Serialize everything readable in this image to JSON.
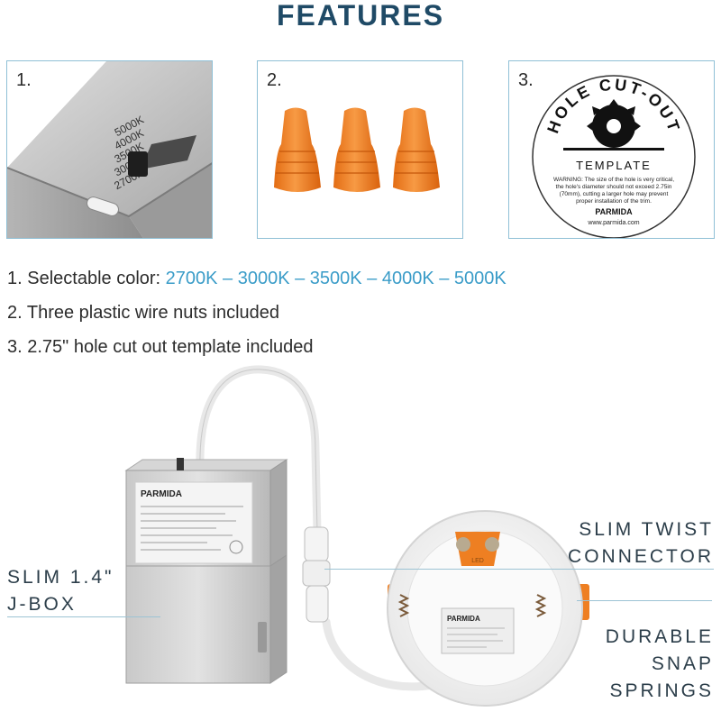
{
  "title": "FEATURES",
  "panels": [
    {
      "number": "1.",
      "switch_labels": [
        "5000K",
        "4000K",
        "3500K",
        "3000K",
        "2700K"
      ]
    },
    {
      "number": "2."
    },
    {
      "number": "3.",
      "template": {
        "arc_text": "HOLE CUT-OUT",
        "label": "TEMPLATE",
        "warning": [
          "WARNING: The size of the hole is very critical,",
          "the hole's diameter should not exceed 2.75in",
          "(70mm), cutting a larger hole may prevent",
          "proper installation of the trim."
        ],
        "brand": "PARMIDA",
        "url": "www.parmida.com"
      }
    }
  ],
  "list": [
    {
      "prefix": "1. Selectable color: ",
      "highlight": "2700K – 3000K – 3500K – 4000K – 5000K"
    },
    {
      "text": "2. Three plastic wire nuts included"
    },
    {
      "text": "3. 2.75\" hole cut out template included"
    }
  ],
  "callouts": {
    "jbox": [
      "SLIM 1.4\"",
      "J-BOX"
    ],
    "connector": [
      "SLIM TWIST",
      "CONNECTOR"
    ],
    "springs": [
      "DURABLE",
      "SNAP",
      "SPRINGS"
    ]
  },
  "product": {
    "jbox_brand": "PARMIDA",
    "light_brand": "PARMIDA",
    "led_text": "LED"
  },
  "colors": {
    "title": "#1f4a66",
    "accent": "#3a9cc8",
    "border": "#8fc0d6",
    "orange": "#ee7f22"
  }
}
